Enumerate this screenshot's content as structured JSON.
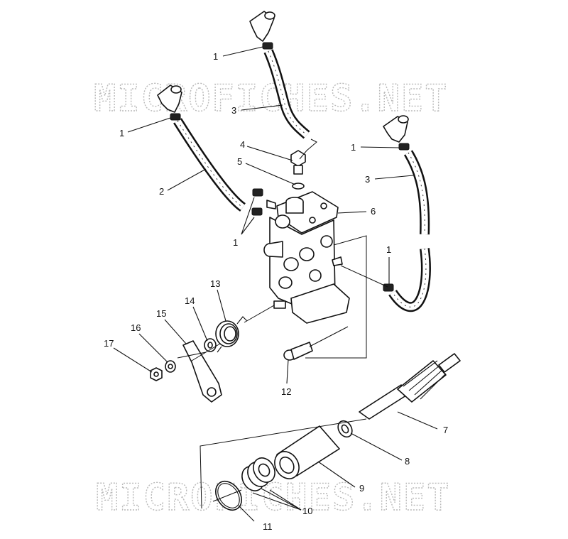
{
  "watermark": {
    "top": "MICROFICHES.NET",
    "bottom": "MICROFICHES.NET"
  },
  "callouts": {
    "c1_top": "1",
    "c3_top": "3",
    "c1_left": "1",
    "c2": "2",
    "c4": "4",
    "c5": "5",
    "c6": "6",
    "c1_right": "1",
    "c3_right": "3",
    "c1_lower": "1",
    "c1_right2": "1",
    "c13": "13",
    "c14": "14",
    "c15": "15",
    "c16": "16",
    "c17": "17",
    "c12": "12",
    "c7": "7",
    "c8": "8",
    "c9": "9",
    "c10": "10",
    "c11": "11"
  }
}
